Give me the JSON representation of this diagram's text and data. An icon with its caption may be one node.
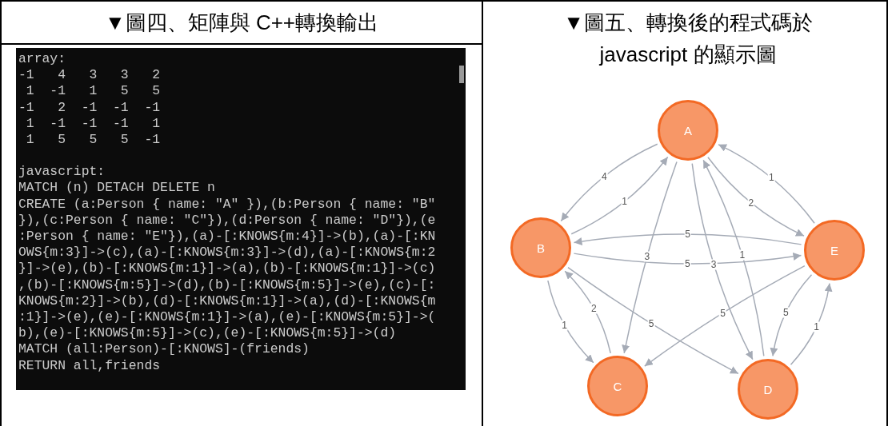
{
  "diagram": {
    "nodes": [
      {
        "text": [
          "A"
        ]
      },
      {
        "text": [
          "B"
        ]
      },
      {
        "text": [
          "C"
        ]
      },
      {
        "text": [
          "D"
        ]
      },
      {
        "text": [
          "E"
        ]
      }
    ],
    "edges": [
      {
        "from": 0,
        "to": 1,
        "arrow": "to",
        "label": "4"
      },
      {
        "from": 0,
        "to": 2,
        "arrow": "to",
        "label": "3"
      },
      {
        "from": 0,
        "to": 3,
        "arrow": "to",
        "label": "3"
      },
      {
        "from": 0,
        "to": 4,
        "arrow": "to",
        "label": "2"
      },
      {
        "from": 1,
        "to": 0,
        "arrow": "to",
        "label": "1"
      },
      {
        "from": 1,
        "to": 2,
        "arrow": "to",
        "label": "1"
      },
      {
        "from": 1,
        "to": 3,
        "arrow": "to",
        "label": "5"
      },
      {
        "from": 1,
        "to": 4,
        "arrow": "to",
        "label": "5"
      },
      {
        "from": 2,
        "to": 1,
        "arrow": "to",
        "label": "2"
      },
      {
        "from": 3,
        "to": 0,
        "arrow": "to",
        "label": "1"
      },
      {
        "from": 3,
        "to": 4,
        "arrow": "to",
        "label": "1"
      },
      {
        "from": 4,
        "to": 0,
        "arrow": "to",
        "label": "1"
      },
      {
        "from": 4,
        "to": 1,
        "arrow": "to",
        "label": "5"
      },
      {
        "from": 4,
        "to": 2,
        "arrow": "to",
        "label": "5"
      },
      {
        "from": 4,
        "to": 3,
        "arrow": "to",
        "label": "5"
      }
    ],
    "labels": [
      "▼圖四、矩陣與 C++轉換輸出",
      "▼圖五、轉換後的程式碼於 javascript 的顯示圖",
      "array:",
      "-1   4   3   3   2",
      " 1  -1   1   5   5",
      "-1   2  -1  -1  -1",
      " 1  -1  -1  -1   1",
      " 1   5   5   5  -1",
      "javascript:",
      "MATCH (n) DETACH DELETE n",
      "CREATE (a:Person { name: \"A\" }),(b:Person { name: \"B\"",
      "}),(c:Person { name: \"C\"}),(d:Person { name: \"D\"}),(e",
      ":Person { name: \"E\"}),(a)-[:KNOWS{m:4}]->(b),(a)-[:KN",
      "OWS{m:3}]->(c),(a)-[:KNOWS{m:3}]->(d),(a)-[:KNOWS{m:2",
      "}]->(e),(b)-[:KNOWS{m:1}]->(a),(b)-[:KNOWS{m:1}]->(c)",
      ",(b)-[:KNOWS{m:5}]->(d),(b)-[:KNOWS{m:5}]->(e),(c)-[:",
      "KNOWS{m:2}]->(b),(d)-[:KNOWS{m:1}]->(a),(d)-[:KNOWS{m",
      ":1}]->(e),(e)-[:KNOWS{m:1}]->(a),(e)-[:KNOWS{m:5}]->(",
      "b),(e)-[:KNOWS{m:5}]->(c),(e)-[:KNOWS{m:5}]->(d)",
      "MATCH (all:Person)-[:KNOWS]-(friends)",
      "RETURN all,friends"
    ]
  }
}
